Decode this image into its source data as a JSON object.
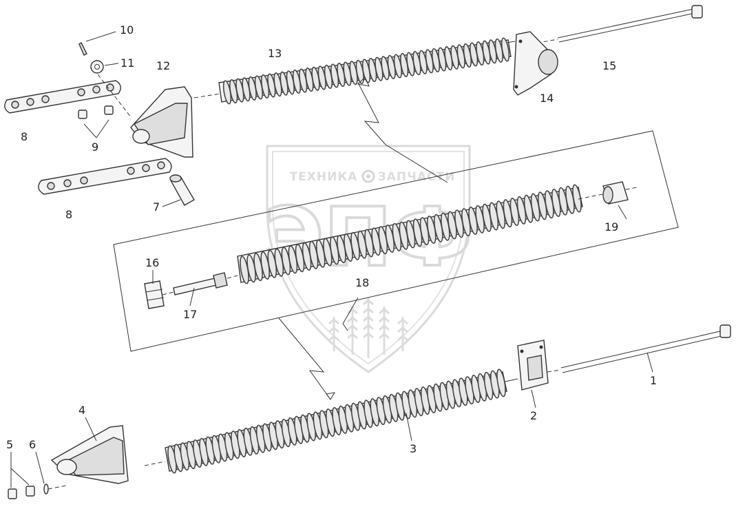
{
  "watermark": {
    "left_word": "ТЕХНИКА",
    "right_word": "ЗАПЧАСТИ",
    "logo_letters": "ЭПФ"
  },
  "labels": [
    {
      "id": "1",
      "text": "1"
    },
    {
      "id": "2",
      "text": "2"
    },
    {
      "id": "3",
      "text": "3"
    },
    {
      "id": "4",
      "text": "4"
    },
    {
      "id": "5",
      "text": "5"
    },
    {
      "id": "6",
      "text": "6"
    },
    {
      "id": "7",
      "text": "7"
    },
    {
      "id": "8a",
      "text": "8"
    },
    {
      "id": "8b",
      "text": "8"
    },
    {
      "id": "9",
      "text": "9"
    },
    {
      "id": "10",
      "text": "10"
    },
    {
      "id": "11",
      "text": "11"
    },
    {
      "id": "12",
      "text": "12"
    },
    {
      "id": "13",
      "text": "13"
    },
    {
      "id": "14",
      "text": "14"
    },
    {
      "id": "15",
      "text": "15"
    },
    {
      "id": "16",
      "text": "16"
    },
    {
      "id": "17",
      "text": "17"
    },
    {
      "id": "18",
      "text": "18"
    },
    {
      "id": "19",
      "text": "19"
    }
  ],
  "colors": {
    "line": "#333333",
    "watermark": "#d9d9d9",
    "background": "#ffffff"
  }
}
